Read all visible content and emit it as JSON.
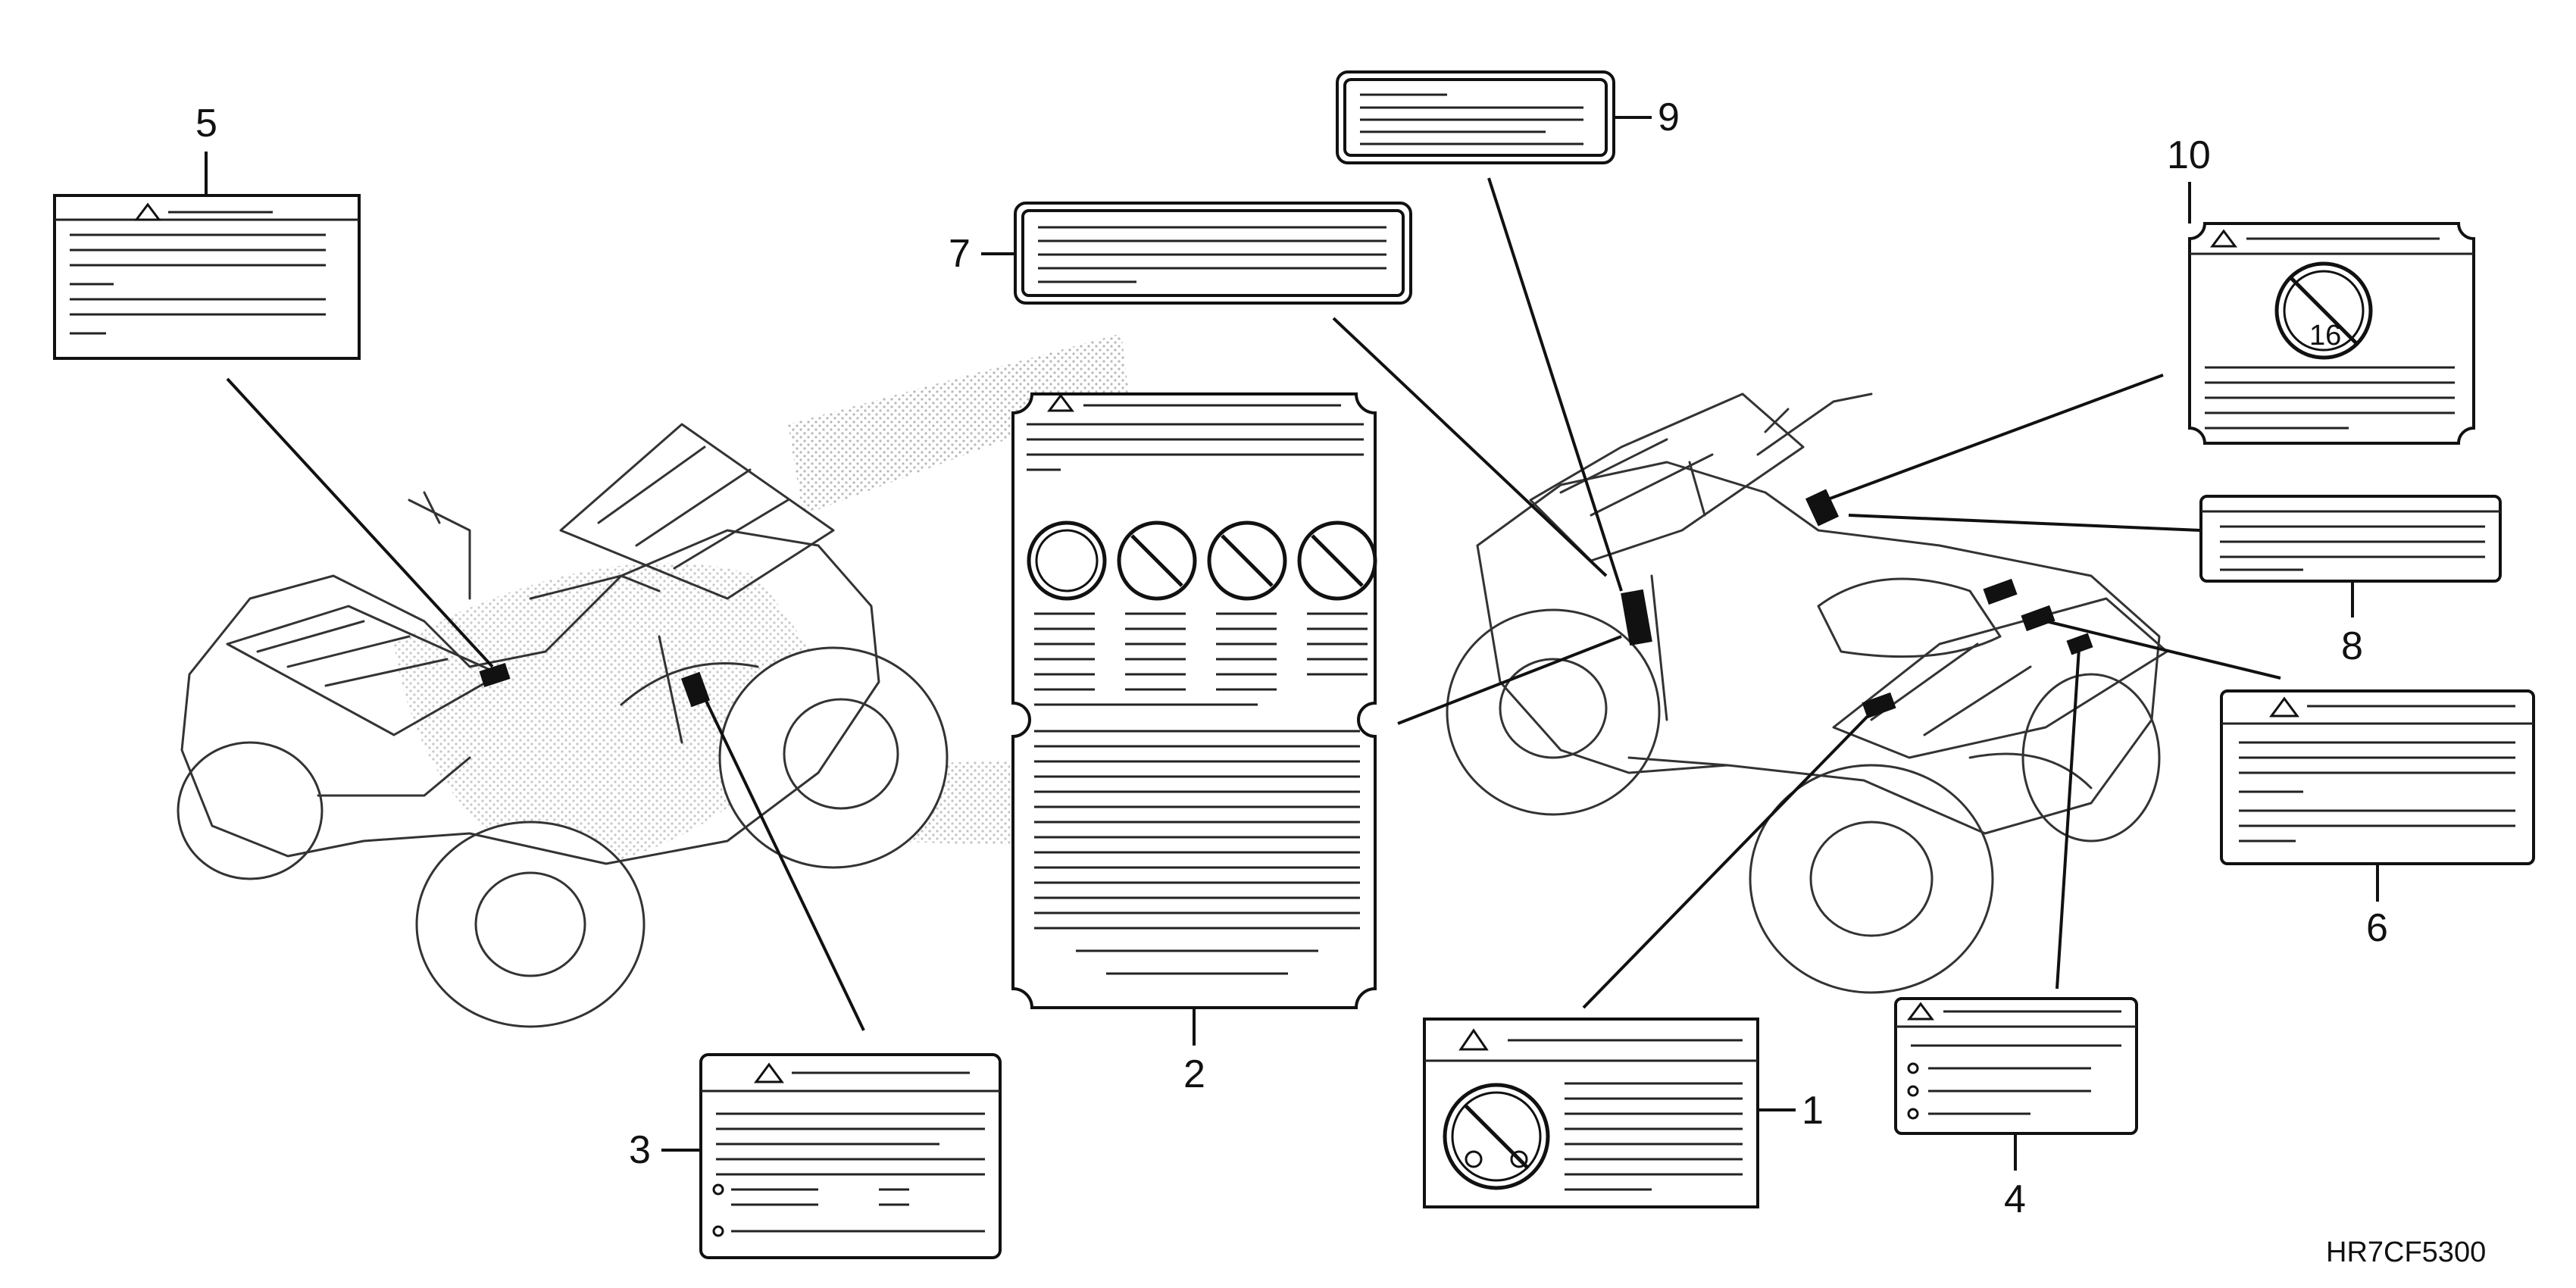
{
  "callouts": {
    "n1": "1",
    "n2": "2",
    "n3": "3",
    "n4": "4",
    "n5": "5",
    "n6": "6",
    "n7": "7",
    "n8": "8",
    "n9": "9",
    "n10": "10"
  },
  "diagram_code": "HR7CF5300",
  "label_10_icon_number": "16",
  "icons": {
    "warning": "warning-triangle-icon",
    "prohibited": "prohibition-circle-icon",
    "no_passenger": "no-passenger-icon",
    "age_restriction": "age-restriction-icon"
  },
  "colors": {
    "line": "#111111",
    "background": "#ffffff",
    "stipple": "#999999"
  }
}
